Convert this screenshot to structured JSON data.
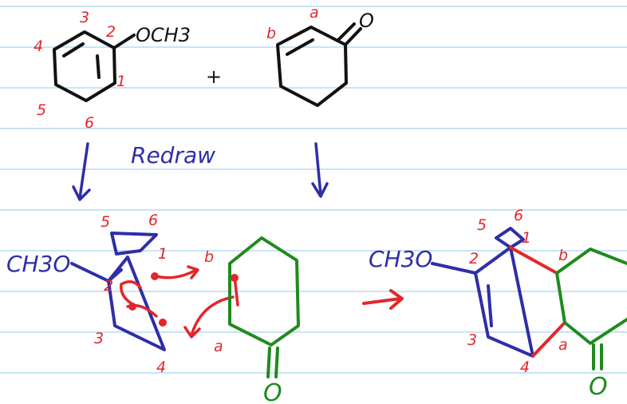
{
  "colors": {
    "rule_line": "#a8d4ef",
    "ink_black": "#111111",
    "ink_red": "#e3262b",
    "ink_blue": "#2e2ea8",
    "ink_green": "#1f8a1f"
  },
  "reactant_1": {
    "substituent": "OCH3",
    "positions": [
      "1",
      "2",
      "3",
      "4",
      "5",
      "6"
    ]
  },
  "plus_sign": "+",
  "reactant_2": {
    "carbonyl_o": "O",
    "positions": [
      "a",
      "b"
    ]
  },
  "redraw_label": "Redraw",
  "redrawn_diene": {
    "substituent": "CH3O",
    "positions": [
      "1",
      "2",
      "3",
      "4",
      "5",
      "6"
    ]
  },
  "redrawn_dienophile": {
    "carbonyl_o": "O",
    "positions": [
      "a",
      "b"
    ]
  },
  "product": {
    "substituent": "CH3O",
    "carbonyl_o": "O",
    "positions": [
      "1",
      "2",
      "3",
      "4",
      "5",
      "6",
      "a",
      "b"
    ]
  }
}
